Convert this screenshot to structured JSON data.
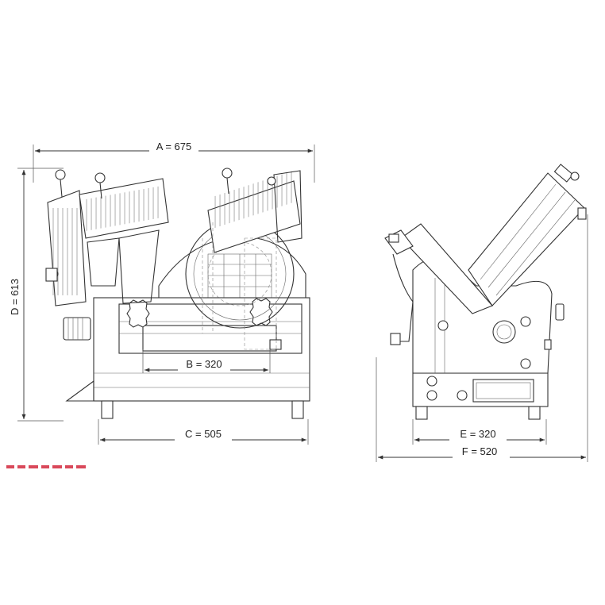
{
  "dimensions": {
    "a": "A = 675",
    "b": "B = 320",
    "c": "C = 505",
    "d": "D = 613",
    "e": "E = 320",
    "f": "F = 520"
  },
  "colors": {
    "line": "#333333",
    "watermark": "#d9485a"
  }
}
